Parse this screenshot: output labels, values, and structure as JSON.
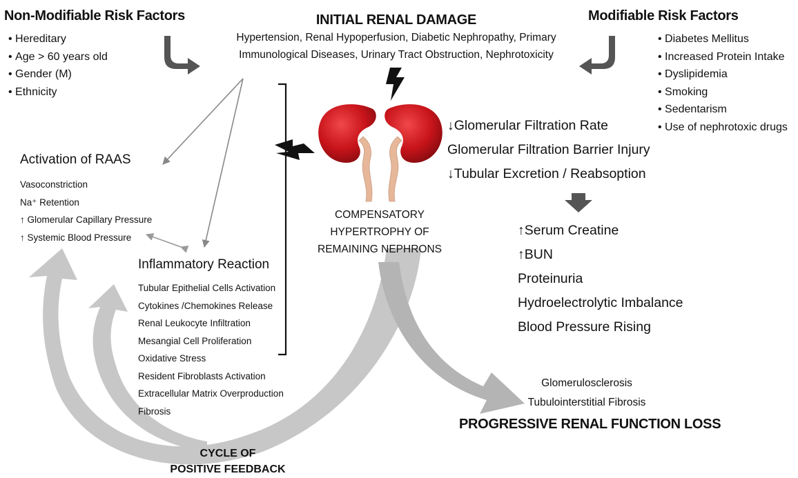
{
  "non_modifiable": {
    "title": "Non-Modifiable Risk Factors",
    "items": [
      "Hereditary",
      "Age > 60 years old",
      "Gender (M)",
      "Ethnicity"
    ]
  },
  "initial_damage": {
    "title": "INITIAL RENAL DAMAGE",
    "line1": "Hypertension, Renal Hypoperfusion, Diabetic Nephropathy, Primary",
    "line2": "Immunological Diseases, Urinary Tract Obstruction, Nephrotoxicity"
  },
  "modifiable": {
    "title": "Modifiable Risk Factors",
    "items": [
      "Diabetes Mellitus",
      "Increased Protein Intake",
      "Dyslipidemia",
      "Smoking",
      "Sedentarism",
      "Use of nephrotoxic drugs"
    ]
  },
  "raas": {
    "title": "Activation of RAAS",
    "items": [
      "Vasoconstriction",
      "Na⁺ Retention",
      "↑ Glomerular Capillary Pressure",
      "↑ Systemic Blood Pressure"
    ]
  },
  "inflammation": {
    "title": "Inflammatory Reaction",
    "items": [
      "Tubular Epithelial Cells Activation",
      "Cytokines /Chemokines Release",
      "Renal Leukocyte Infiltration",
      "Mesangial Cell Proliferation",
      "Oxidative Stress",
      "Resident Fibroblasts Activation",
      "Extracellular Matrix Overproduction",
      "Fibrosis"
    ]
  },
  "compensatory": {
    "line1": "COMPENSATORY",
    "line2": "HYPERTROPHY OF",
    "line3": "REMAINING NEPHRONS"
  },
  "filtration": {
    "items": [
      "↓Glomerular Filtration Rate",
      "Glomerular Filtration Barrier Injury",
      "↓Tubular Excretion / Reabsoption"
    ]
  },
  "consequences": {
    "items": [
      "↑Serum Creatine",
      "↑BUN",
      "Proteinuria",
      "Hydroelectrolytic Imbalance",
      "Blood Pressure Rising"
    ]
  },
  "outcome": {
    "line1": "Glomerulosclerosis",
    "line2": "Tubulointerstitial Fibrosis",
    "title": "PROGRESSIVE RENAL FUNCTION LOSS"
  },
  "cycle": {
    "line1": "CYCLE OF",
    "line2": "POSITIVE FEEDBACK"
  },
  "colors": {
    "kidney": "#c8141a",
    "ureter": "#e7b79a",
    "grey_arrow": "#c7c7c7",
    "dark_arrow": "#555555"
  }
}
